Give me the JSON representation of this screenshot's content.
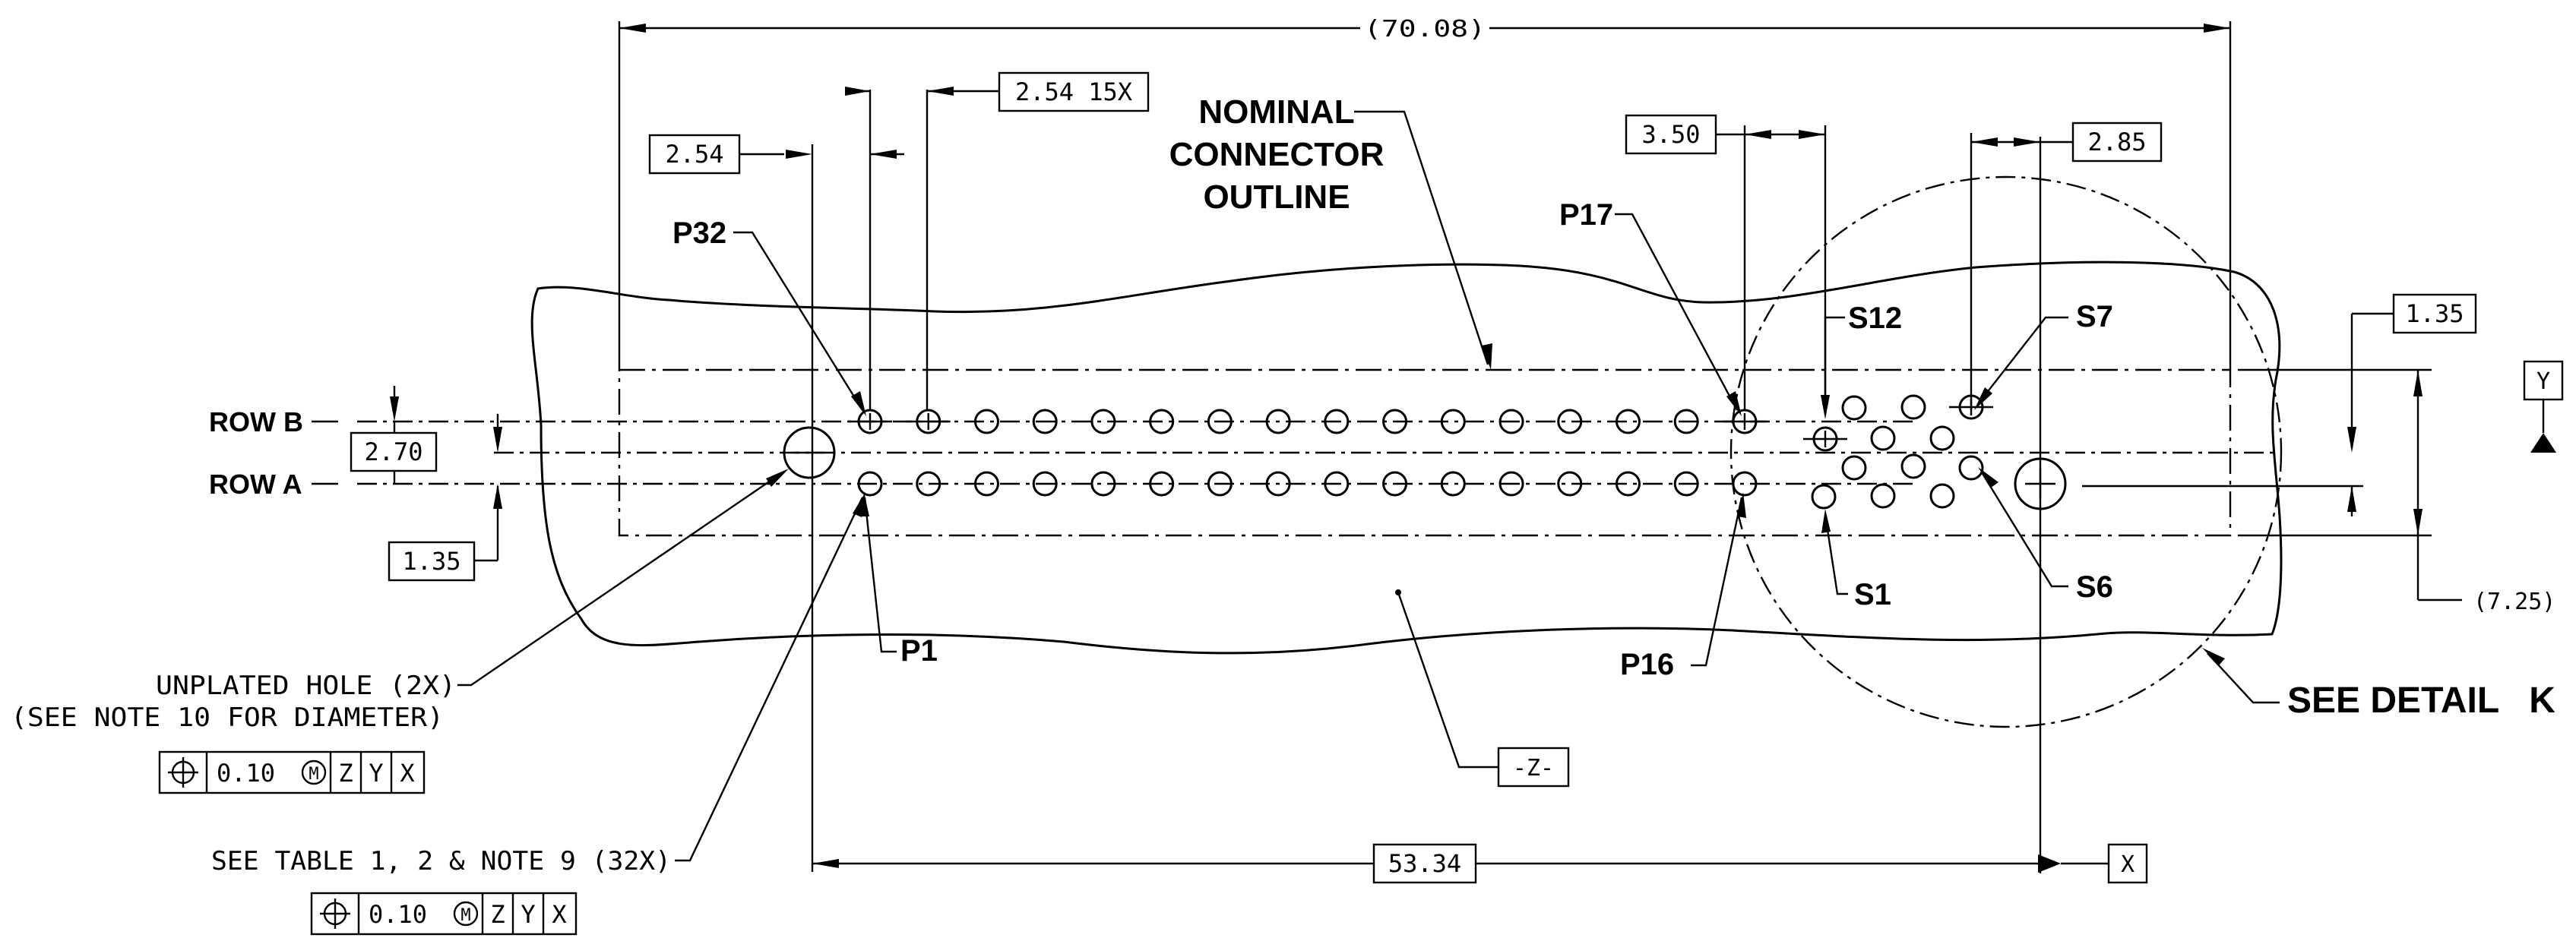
{
  "dimensions": {
    "overall_width": "(70.08)",
    "pitch": "2.54",
    "pitch_15x": "2.54 15X",
    "signal_offset": "3.50",
    "hole_offset": "2.85",
    "row_spacing": "2.70",
    "row_a_offset": "1.35",
    "datum_y_offset": "1.35",
    "overall_height": "(7.25)",
    "hole_spacing": "53.34"
  },
  "labels": {
    "row_b": "ROW B",
    "row_a": "ROW A",
    "nominal_outline": [
      "NOMINAL",
      "CONNECTOR",
      "OUTLINE"
    ],
    "pins": {
      "p32": "P32",
      "p17": "P17",
      "p1": "P1",
      "p16": "P16",
      "s12": "S12",
      "s7": "S7",
      "s1": "S1",
      "s6": "S6"
    },
    "see_detail": "SEE DETAIL   K"
  },
  "notes": {
    "unplated_hole": "UNPLATED HOLE (2X)",
    "see_note_10": "(SEE NOTE 10  FOR DIAMETER)",
    "see_table": "SEE TABLE 1, 2 & NOTE 9 (32X)"
  },
  "tolerance_frames": [
    {
      "symbol": "⌖",
      "value": "0.10",
      "modifier": "M",
      "datums": [
        "Z",
        "Y",
        "X"
      ]
    },
    {
      "symbol": "⌖",
      "value": "0.10",
      "modifier": "M",
      "datums": [
        "Z",
        "Y",
        "X"
      ]
    }
  ],
  "datums": {
    "x": "X",
    "y": "Y",
    "z": "-Z-"
  }
}
